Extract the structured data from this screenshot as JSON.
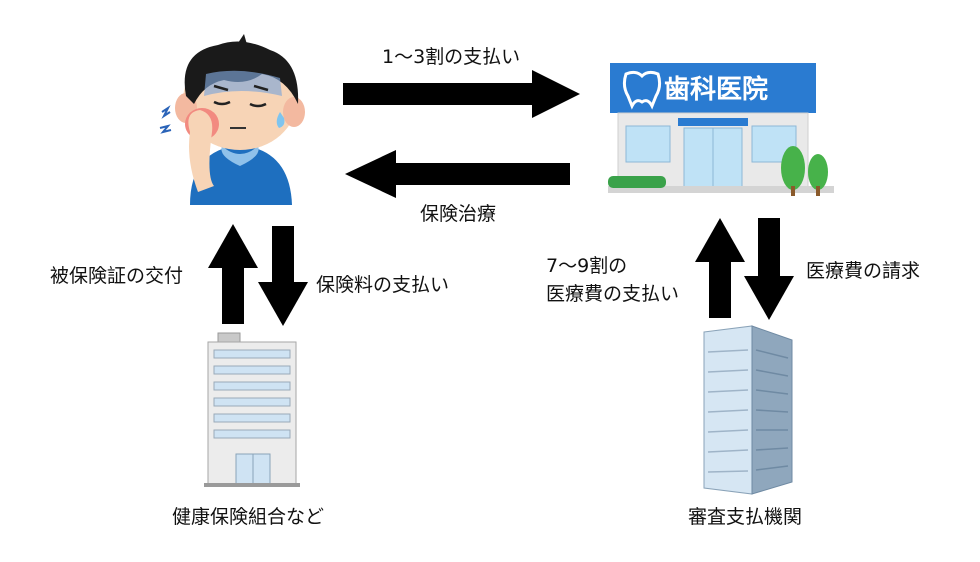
{
  "clinic": {
    "sign_text": "歯科医院"
  },
  "labels": {
    "top_right": "1〜3割の支払い",
    "top_left": "保険治療",
    "left_up": "被保険証の交付",
    "left_down": "保険料の支払い",
    "right_up_line1": "7〜9割の",
    "right_up_line2": "医療費の支払い",
    "right_down": "医療費の請求",
    "insurer": "健康保険組合など",
    "review_agency": "審査支払機関"
  }
}
